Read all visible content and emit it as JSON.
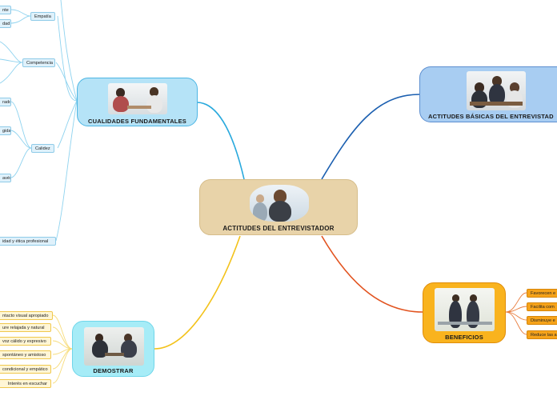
{
  "central": {
    "title": "ACTITUDES DEL ENTREVISTADOR",
    "color": "#e8d3a9"
  },
  "branches": {
    "cualidades": {
      "title": "CUALIDADES FUNDAMENTALES",
      "color": "#b5e3f7",
      "subs": [
        "Empatía",
        "Competencia",
        "Calidez"
      ],
      "leaves": [
        "nte",
        "dad",
        "rado",
        "gida",
        "avés",
        "idad y ética profesional"
      ]
    },
    "actitudes": {
      "title": "ACTITUDES BÁSICAS DEL ENTREVISTAD",
      "color": "#a8cdf2"
    },
    "beneficios": {
      "title": "BENEFICIOS",
      "color": "#f9b31e",
      "leaves": [
        "Favorecen e",
        "Facilita com",
        "Disminuye e",
        "Reduce las a"
      ]
    },
    "demostrar": {
      "title": "DEMOSTRAR",
      "color": "#a6ecf7",
      "leaves": [
        "ntacto visual apropiado",
        "ure relajada y natural",
        "voz cálido y expresivo",
        "spontáneo y amistoso",
        "condicional y empático",
        "Interés en escuchar"
      ]
    }
  },
  "line_colors": {
    "cualidades": "#29a9dd",
    "actitudes": "#1b5fb0",
    "beneficios": "#e2531f",
    "demostrar": "#f3c21a"
  }
}
